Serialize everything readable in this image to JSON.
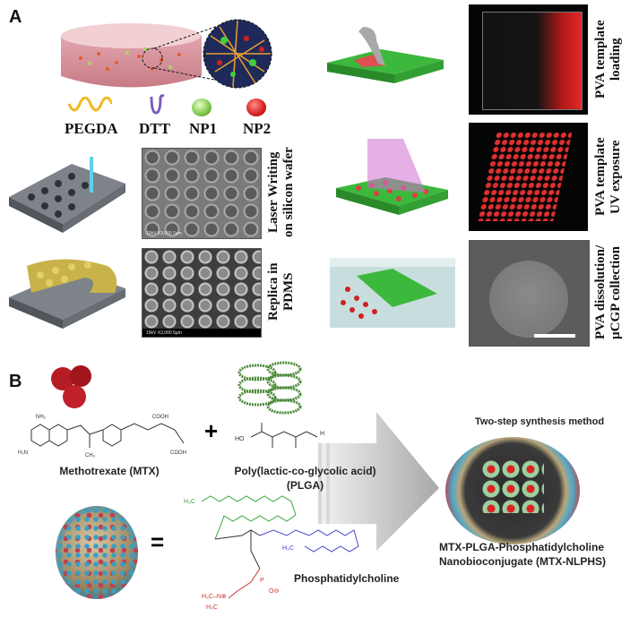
{
  "panel_a": {
    "letter": "A",
    "legend": [
      {
        "label": "PEGDA",
        "icon": "wavy-chain-icon",
        "color": "#f2b81c"
      },
      {
        "label": "DTT",
        "icon": "hook-chain-icon",
        "color": "#7a5cb8"
      },
      {
        "label": "NP1",
        "icon": "green-sphere-icon",
        "color": "#8fd05a"
      },
      {
        "label": "NP2",
        "icon": "red-sphere-icon",
        "color": "#d42020"
      }
    ],
    "steps_left": [
      {
        "label": "Laser Writing\non silicon wafer",
        "sem_caption": "15kV   X3,000   2µm"
      },
      {
        "label": "Replica in\nPDMS",
        "sem_caption": "15kV   X3,000   5µm"
      }
    ],
    "steps_right": [
      {
        "label": "PVA template\nloading"
      },
      {
        "label": "PVA template\nUV exposure"
      },
      {
        "label": "PVA dissolution/\nµCGP collection"
      }
    ]
  },
  "panel_b": {
    "letter": "B",
    "mtx_label": "Methotrexate (MTX)",
    "plga_label_1": "Poly(lactic-co-glycolic acid)",
    "plga_label_2": "(PLGA)",
    "plus": "+",
    "equals": "=",
    "pc_label": "Phosphatidylcholine",
    "method_title": "Two-step synthesis method",
    "product_label_1": "MTX-PLGA-Phosphatidylcholine",
    "product_label_2": "Nanobioconjugate (MTX-NLPHS)",
    "colors": {
      "arrow": "#b5b5b5",
      "green_chain": "#3aa53a",
      "blue_chain": "#4444cc",
      "red_head": "#cc3333"
    }
  }
}
